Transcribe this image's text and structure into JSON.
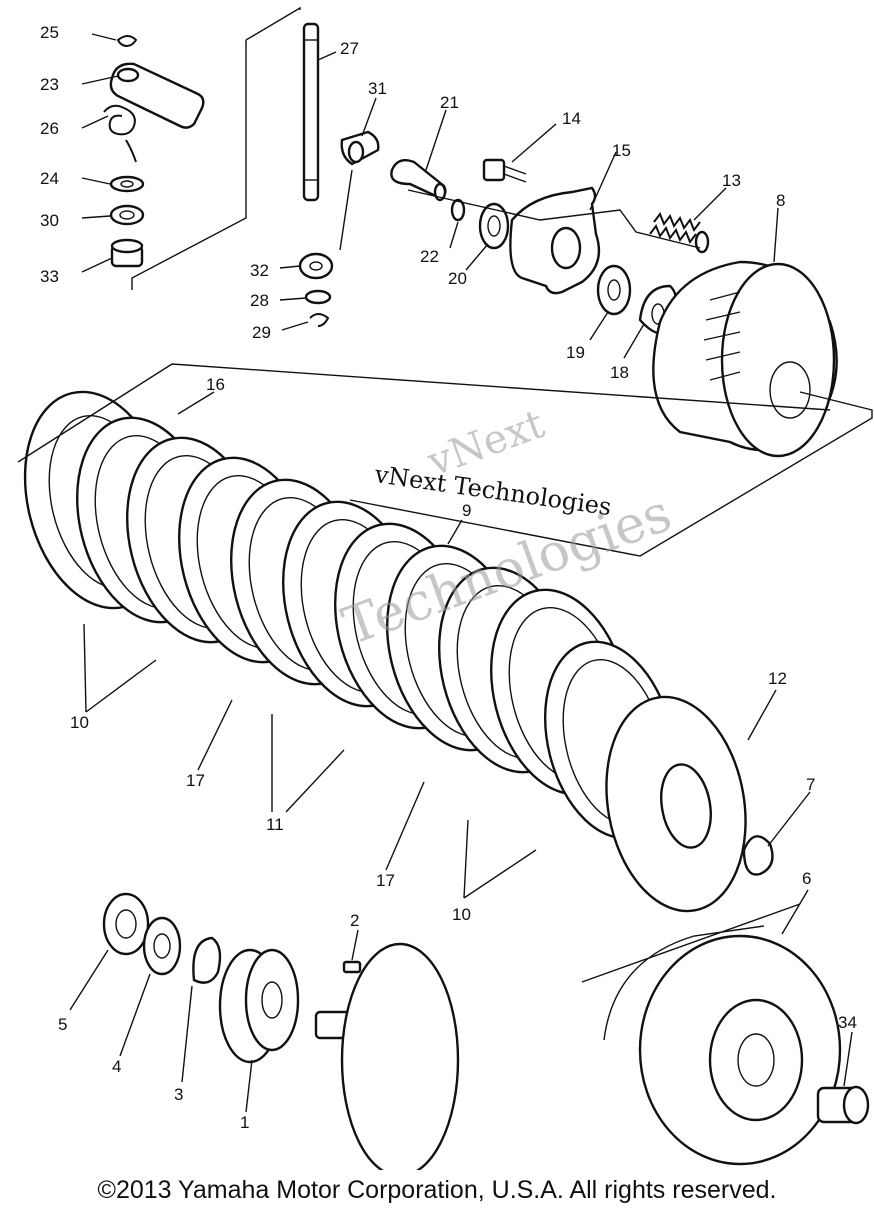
{
  "watermark": {
    "line1": "vNext",
    "line2": "vNext Technologies",
    "line3": "Technologies"
  },
  "copyright": "©2013 Yamaha Motor Corporation, U.S.A. All rights reserved.",
  "labels": {
    "n1": "1",
    "n2": "2",
    "n3": "3",
    "n4": "4",
    "n5": "5",
    "n6": "6",
    "n7": "7",
    "n8": "8",
    "n9": "9",
    "n10a": "10",
    "n10b": "10",
    "n11": "11",
    "n12": "12",
    "n13": "13",
    "n14": "14",
    "n15": "15",
    "n16": "16",
    "n17a": "17",
    "n17b": "17",
    "n18": "18",
    "n19": "19",
    "n20": "20",
    "n21": "21",
    "n22": "22",
    "n23": "23",
    "n24": "24",
    "n25": "25",
    "n26": "26",
    "n27": "27",
    "n28": "28",
    "n29": "29",
    "n30": "30",
    "n31": "31",
    "n32": "32",
    "n33": "33",
    "n34": "34"
  }
}
